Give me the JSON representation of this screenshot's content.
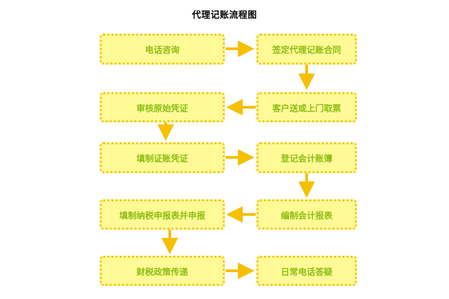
{
  "title": "代理记账流程图",
  "colors": {
    "box_fill": "#fffa96",
    "box_border": "#f2c81e",
    "text": "#8cbf14",
    "arrow": "#f5c000"
  },
  "steps": [
    {
      "label": "电话咨询"
    },
    {
      "label": "签定代理记账合同"
    },
    {
      "label": "客户送或上门取票"
    },
    {
      "label": "审核原始凭证"
    },
    {
      "label": "填制证账凭证"
    },
    {
      "label": "登记会计账簿"
    },
    {
      "label": "编制会计报表"
    },
    {
      "label": "填制纳税申报表并申报"
    },
    {
      "label": "财税政策传递"
    },
    {
      "label": "日常电话答疑"
    }
  ]
}
